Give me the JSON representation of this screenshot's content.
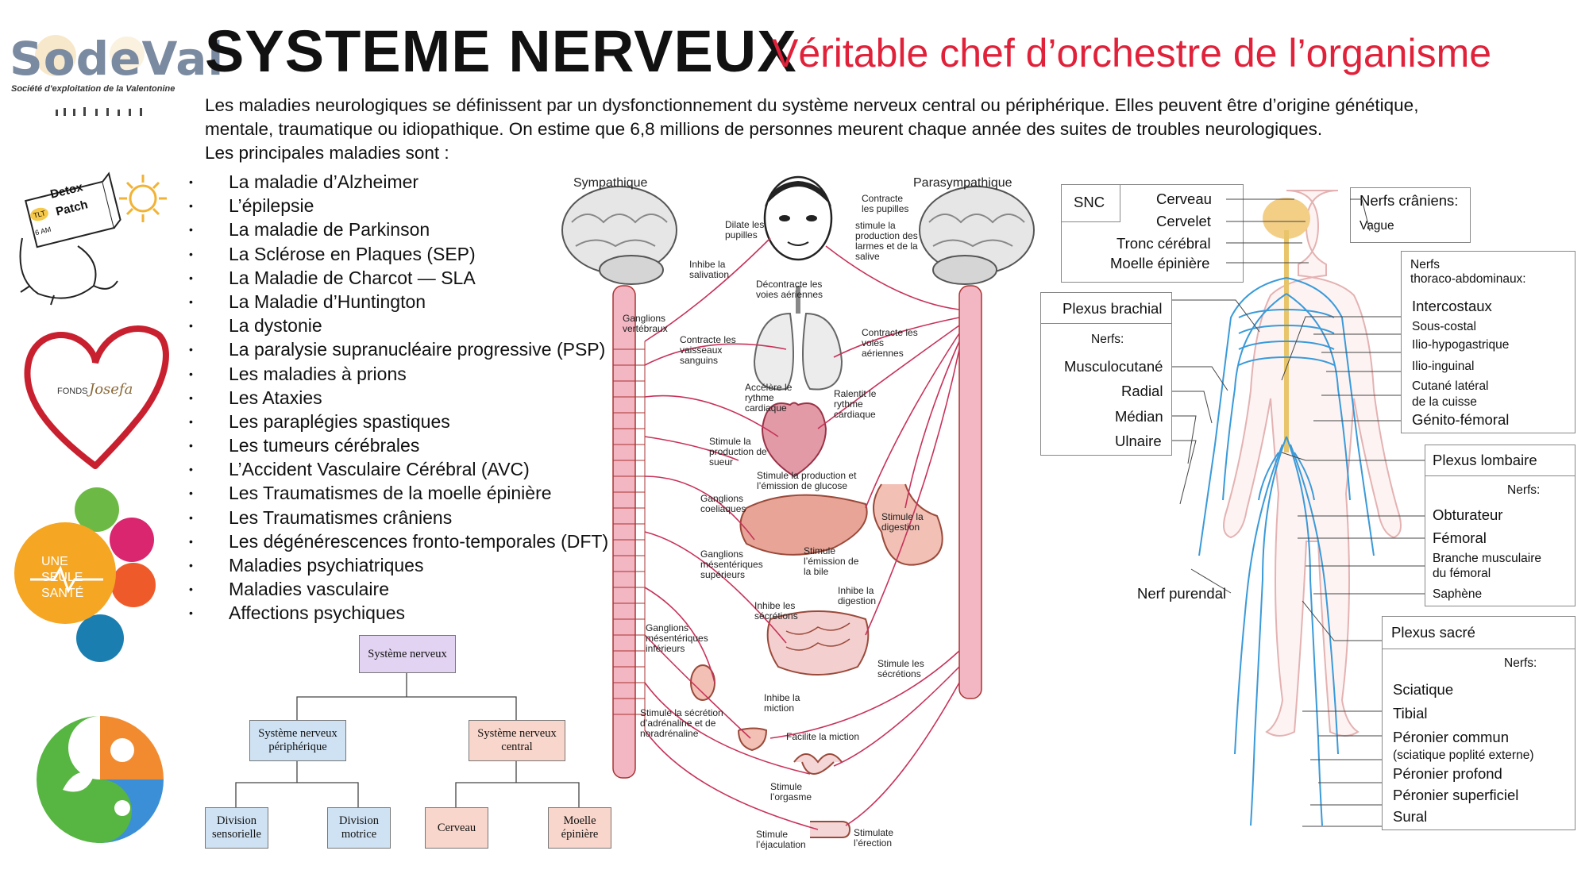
{
  "logo": {
    "word": "SodeVal",
    "tagline": "Société d'exploitation de la Valentonine"
  },
  "header": {
    "title": "SYSTEME NERVEUX",
    "subtitle": "Véritable chef d’orchestre de l’organisme"
  },
  "intro": {
    "line1": "Les maladies neurologiques se définissent par un dysfonctionnement du système nerveux central ou périphérique. Elles peuvent être d’origine génétique,",
    "line2": "mentale, traumatique ou idiopathique. On estime que 6,8 millions de personnes meurent chaque année des suites de troubles neurologiques.",
    "line3": "Les principales maladies sont :"
  },
  "diseases": [
    "La maladie d’Alzheimer",
    "L’épilepsie",
    "La maladie de Parkinson",
    "La Sclérose en Plaques (SEP)",
    "La Maladie de Charcot — SLA",
    "La Maladie d’Huntington",
    "La dystonie",
    "La paralysie supranucléaire progressive (PSP)",
    "Les maladies à prions",
    "Les Ataxies",
    "Les paraplégies spastiques",
    "Les tumeurs cérébrales",
    "L’Accident Vasculaire Cérébral (AVC)",
    "Les Traumatismes de la moelle épinière",
    "Les Traumatismes crâniens",
    "Les dégénérescences fronto-temporales (DFT)",
    "Maladies psychiatriques",
    "Maladies vasculaire",
    "Affections psychiques"
  ],
  "side_images": {
    "detox": {
      "line1": "Detox",
      "line2": "Patch",
      "badge": "TLT",
      "time": "6 AM"
    },
    "fonds": {
      "left": "FONDS",
      "right": "Josefa"
    },
    "une_seule_sante": {
      "line1": "UNE",
      "line2": "SEULE",
      "line3": "SANTÉ"
    }
  },
  "hierarchy": {
    "root": "Système nerveux",
    "peripheral": "Système nerveux périphérique",
    "central": "Système nerveux central",
    "sensory": "Division sensorielle",
    "motor": "Division motrice",
    "brain": "Cerveau",
    "spinal": "Moelle épinière"
  },
  "ans": {
    "sympathique": "Sympathique",
    "parasympathique": "Parasympathique",
    "labels": {
      "contracte_pupilles": "Contracte les pupilles",
      "dilate_pupilles": "Dilate les pupilles",
      "stimule_larmes": "stimule la production des larmes et de la salive",
      "inhibe_salivation": "Inhibe la salivation",
      "decontracte_voies": "Décontracte les voies aériennes",
      "ganglions_vertebraux": "Ganglions vertébraux",
      "contracte_vaisseaux": "Contracte les vaisseaux sanguins",
      "contracte_voies": "Contracte les voies aériennes",
      "accelere_rythme": "Accélère le rythme cardiaque",
      "ralentit_rythme": "Ralentit le rythme cardiaque",
      "stimule_sueur": "Stimule la production de sueur",
      "stimule_glucose": "Stimule la production et l’émission de glucose",
      "ganglions_coeliaques": "Ganglions coeliaques",
      "stimule_digestion": "Stimule la digestion",
      "ganglions_sup": "Ganglions mésentériques supérieurs",
      "stimule_bile": "Stimule l’émission de la bile",
      "inhibe_digestion": "Inhibe la digestion",
      "inhibe_secretions": "Inhibe les sécrétions",
      "ganglions_inf": "Ganglions mésentériques inférieurs",
      "stimule_secretions": "Stimule les sécrétions",
      "stimule_adrenaline": "Stimule la sécrétion d’adrénaline et de noradrénaline",
      "inhibe_miction": "Inhibe la miction",
      "facilite_miction": "Facilite la miction",
      "stimule_orgasme": "Stimule l’orgasme",
      "stimule_ejaculation": "Stimule l’éjaculation",
      "stimulate_erection": "Stimulate l’érection"
    }
  },
  "body_map": {
    "snc": "SNC",
    "cerveau": "Cerveau",
    "cervelet": "Cervelet",
    "tronc": "Tronc cérébral",
    "moelle": "Moelle épinière",
    "nerfs_craniens": "Nerfs crâniens:",
    "vague": "Vague",
    "nerfs_thoraco_1": "Nerfs",
    "nerfs_thoraco_2": "thoraco-abdominaux:",
    "intercostaux": "Intercostaux",
    "sous_costal": "Sous-costal",
    "ilio_hypo": "Ilio-hypogastrique",
    "ilio_inguinal": "Ilio-inguinal",
    "cutane_1": "Cutané latéral",
    "cutane_2": "de la cuisse",
    "genito": "Génito-fémoral",
    "plexus_brachial": "Plexus brachial",
    "nerfs_label": "Nerfs:",
    "musculocutane": "Musculocutané",
    "radial": "Radial",
    "median": "Médian",
    "ulnaire": "Ulnaire",
    "plexus_lombaire": "Plexus lombaire",
    "obturateur": "Obturateur",
    "femoral": "Fémoral",
    "branche_1": "Branche musculaire",
    "branche_2": "du fémoral",
    "saphene": "Saphène",
    "nerf_purendal": "Nerf purendal",
    "plexus_sacre": "Plexus sacré",
    "sciatique": "Sciatique",
    "tibial": "Tibial",
    "peronier_commun": "Péronier commun",
    "peronier_commun_sub": "(sciatique poplité externe)",
    "peronier_profond": "Péronier profond",
    "peronier_superficiel": "Péronier superficiel",
    "sural": "Sural"
  },
  "colors": {
    "title_red": "#e0213a",
    "nerve_red": "#c8325a",
    "nerve_blue": "#3a9ad9",
    "purple_box": "#e2d3f2",
    "blue_box": "#cfe2f3",
    "pink_box": "#f8d6cb"
  }
}
